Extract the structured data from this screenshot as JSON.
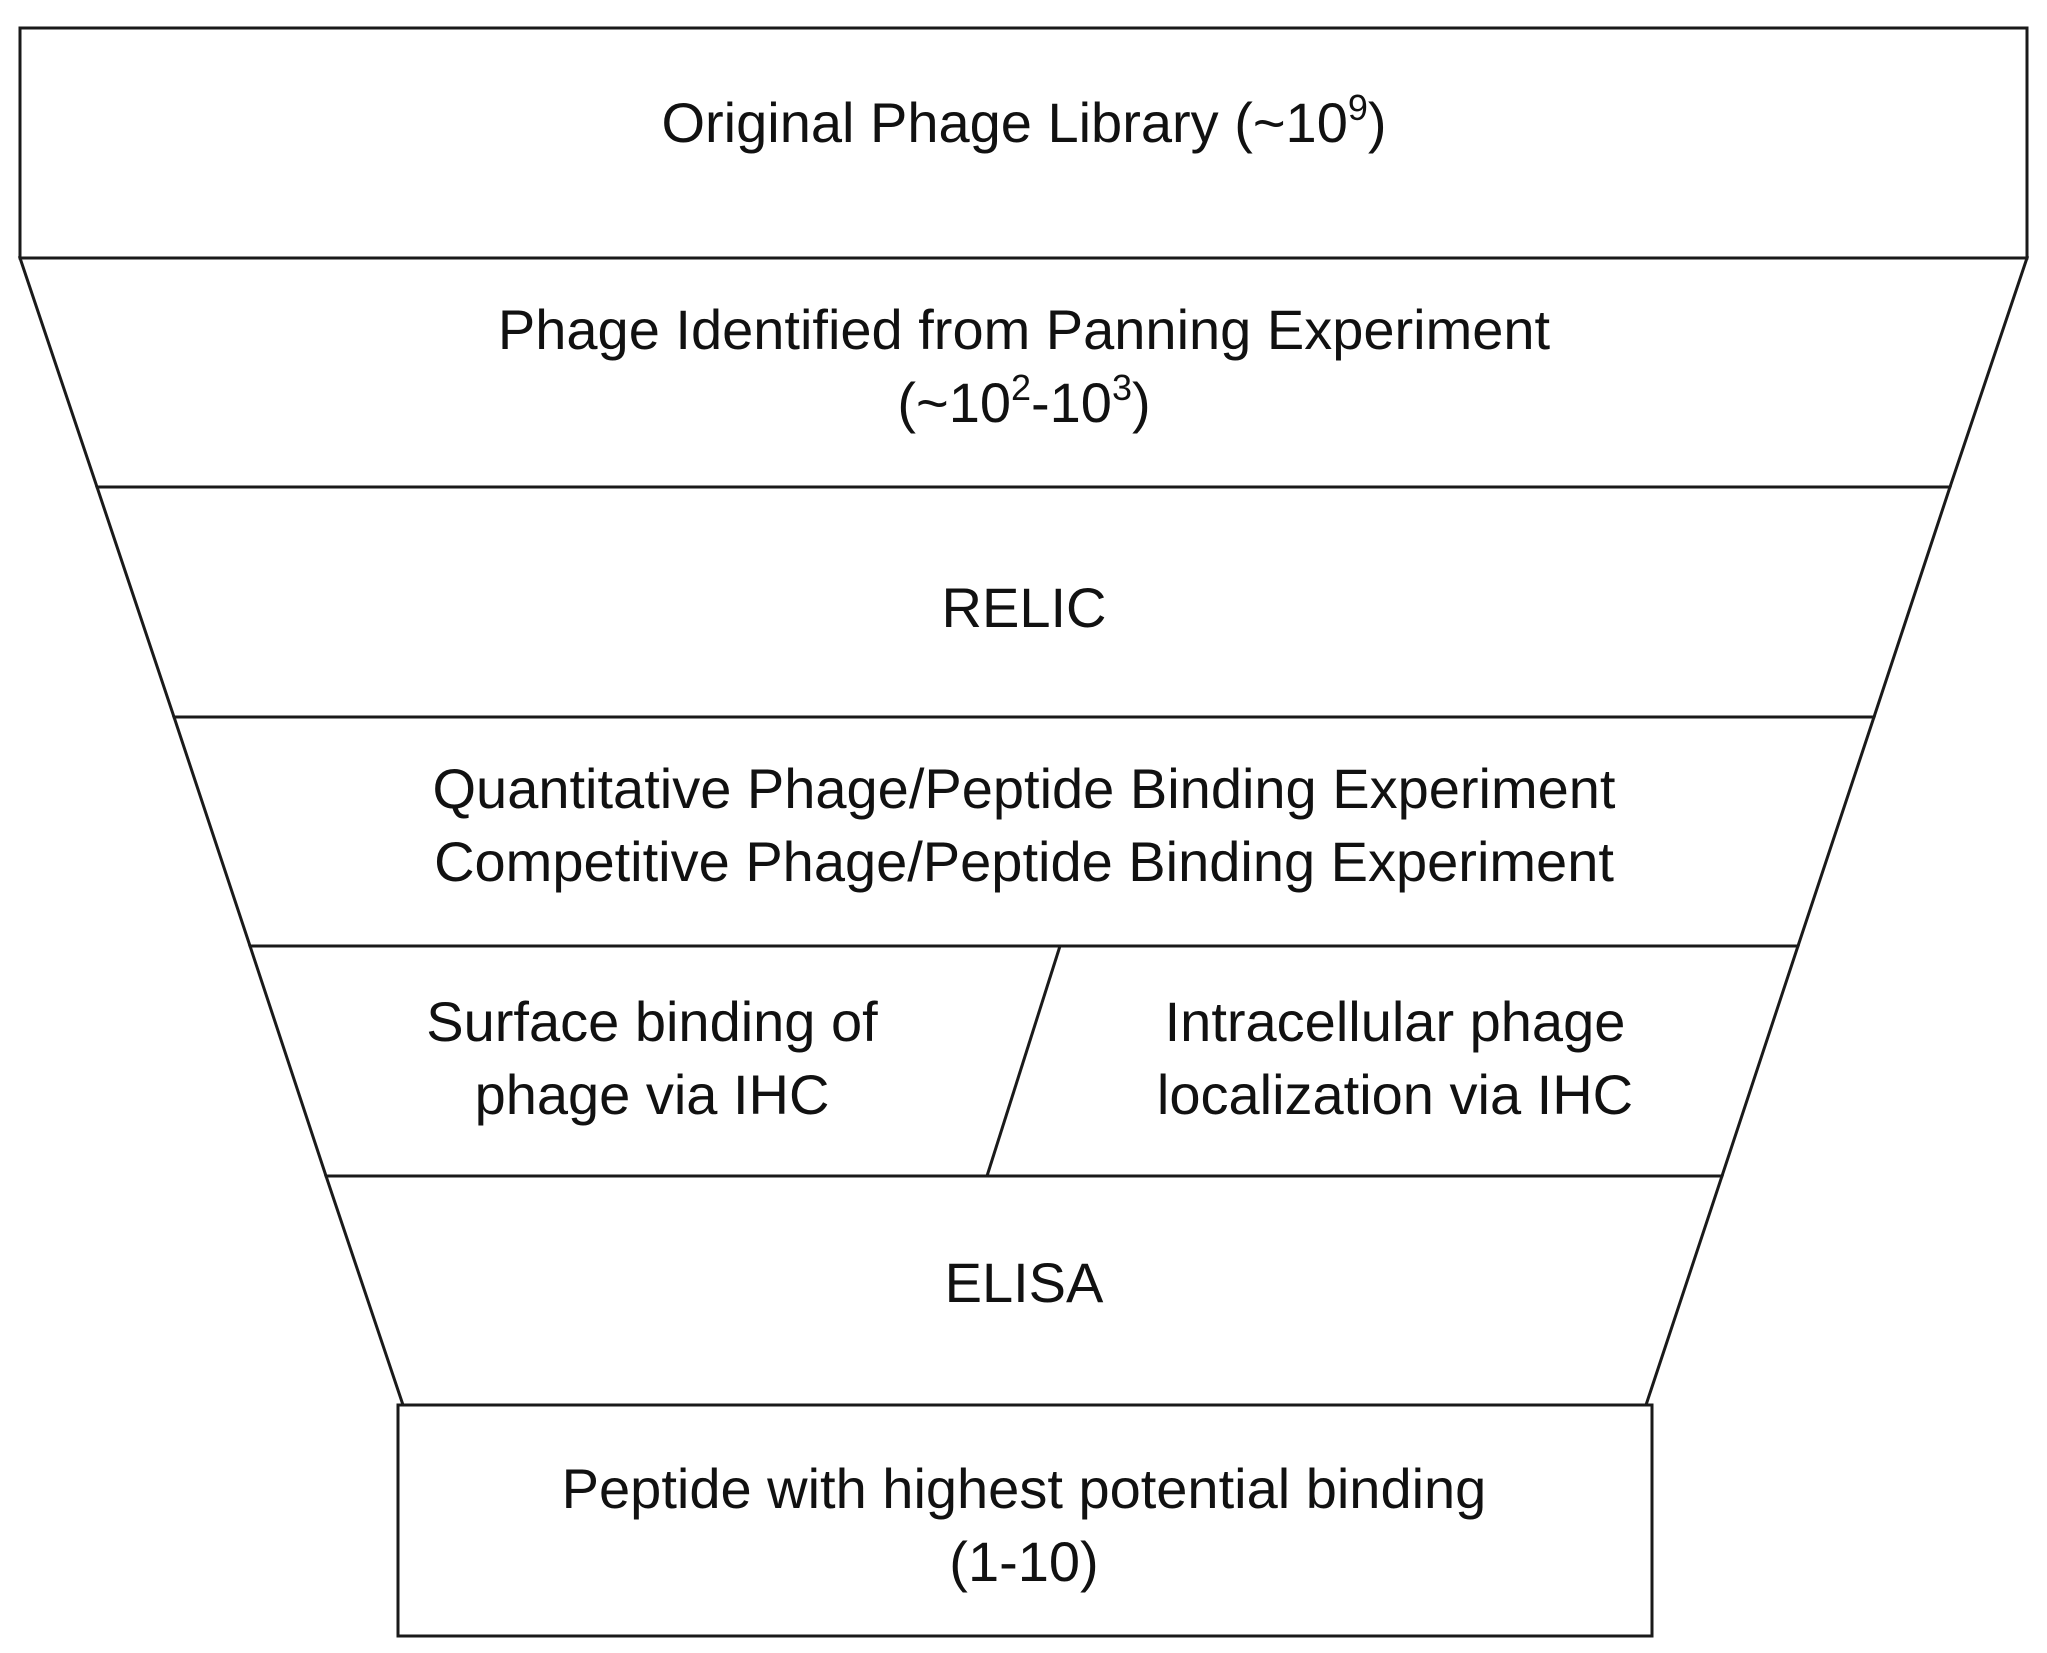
{
  "diagram": {
    "stages": [
      {
        "id": "original-library",
        "lines": [
          {
            "text": "Original Phage Library (~10",
            "sup": "9",
            "tail": ")"
          }
        ]
      },
      {
        "id": "panning",
        "lines": [
          {
            "text": "Phage Identified from Panning Experiment"
          },
          {
            "text": "(~10",
            "sup": "2",
            "mid": "-10",
            "sup2": "3",
            "tail": ")"
          }
        ]
      },
      {
        "id": "relic",
        "lines": [
          {
            "text": "RELIC"
          }
        ]
      },
      {
        "id": "binding-experiments",
        "lines": [
          {
            "text": "Quantitative Phage/Peptide Binding Experiment"
          },
          {
            "text": "Competitive Phage/Peptide Binding Experiment"
          }
        ]
      },
      {
        "id": "surface-binding",
        "lines": [
          {
            "text": "Surface binding of"
          },
          {
            "text": "phage via IHC"
          }
        ]
      },
      {
        "id": "intracellular-localization",
        "lines": [
          {
            "text": "Intracellular phage"
          },
          {
            "text": "localization via IHC"
          }
        ]
      },
      {
        "id": "elisa",
        "lines": [
          {
            "text": "ELISA"
          }
        ]
      },
      {
        "id": "final-peptide",
        "lines": [
          {
            "text": "Peptide with highest potential binding"
          },
          {
            "text": "(1-10)"
          }
        ]
      }
    ],
    "colors": {
      "stroke": "#1a1a1a",
      "fill": "#ffffff",
      "text": "#111111"
    }
  }
}
